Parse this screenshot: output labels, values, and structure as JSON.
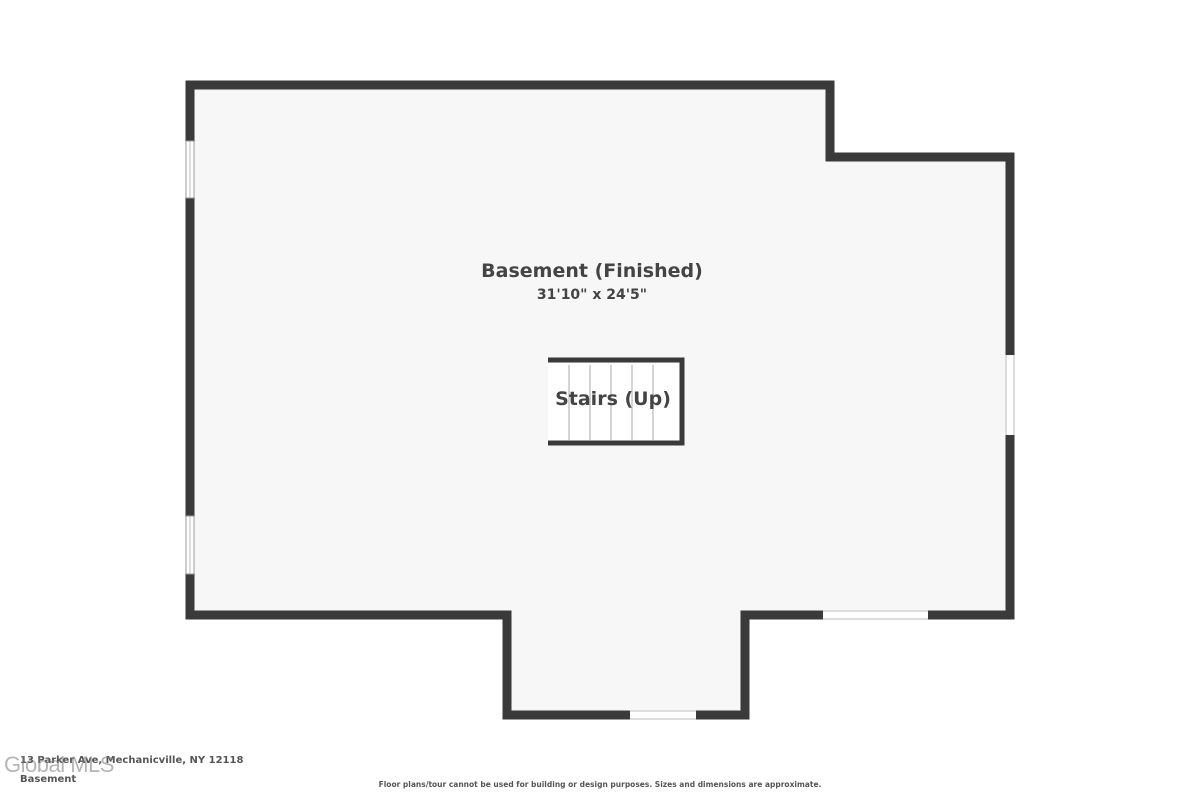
{
  "plan": {
    "room": {
      "name": "Basement (Finished)",
      "dimensions": "31'10\" x 24'5\""
    },
    "stairs": {
      "label": "Stairs (Up)"
    }
  },
  "footer": {
    "address": "13 Parker Ave, Mechanicville, NY 12118",
    "floor": "Basement",
    "watermark": "Global MLS",
    "disclaimer": "Floor plans/tour cannot be used for building or design purposes. Sizes and dimensions are approximate."
  },
  "colors": {
    "wall": "#3a3a3a",
    "floor": "#f7f7f7",
    "text": "#444444"
  }
}
